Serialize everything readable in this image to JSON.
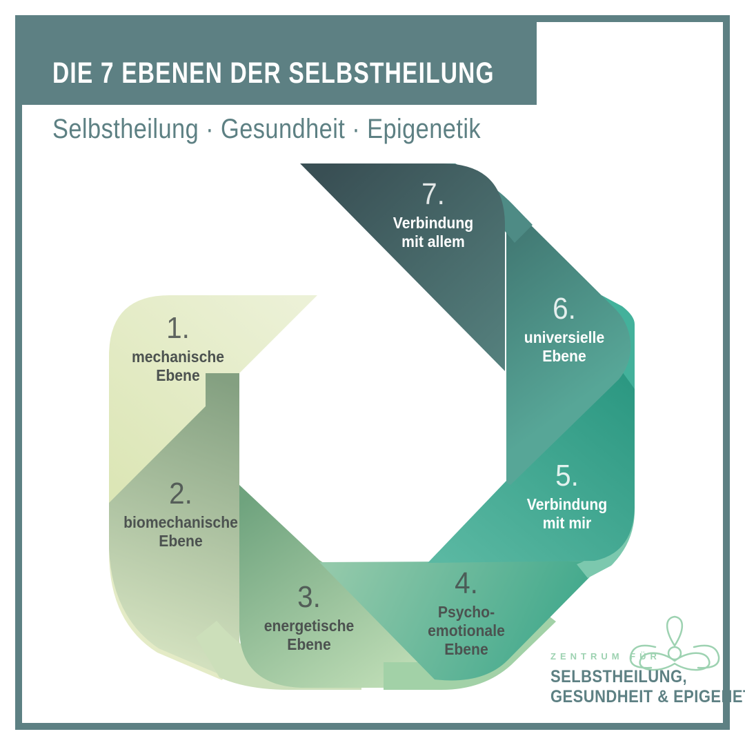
{
  "frame": {
    "border_color": "#5d8083"
  },
  "header": {
    "bar_color": "#5d8083",
    "title": "DIE 7 EBENEN DER SELBSTHEILUNG",
    "title_color": "#ffffff",
    "subtitle": "Selbstheilung · Gesundheit · Epigenetik",
    "subtitle_color": "#5d8083"
  },
  "diagram": {
    "title": "Die 7 Ebenen der Selbstheilung",
    "type": "folded-ribbon-ring",
    "segments": [
      {
        "number": "1.",
        "label_lines": [
          "mechanische",
          "Ebene"
        ],
        "text_theme": "dark",
        "gradient": [
          "#ecf1d7",
          "#dce6b6"
        ],
        "band_color": "#e4ebc6"
      },
      {
        "number": "2.",
        "label_lines": [
          "biomechanische",
          "Ebene"
        ],
        "text_theme": "dark",
        "gradient": [
          "#84a081",
          "#d3e1bf"
        ],
        "band_color": "#ccdfba"
      },
      {
        "number": "3.",
        "label_lines": [
          "energetische",
          "Ebene"
        ],
        "text_theme": "dark",
        "gradient": [
          "#6fa37e",
          "#bcdbb4"
        ],
        "band_color": "#a2d1a7"
      },
      {
        "number": "4.",
        "label_lines": [
          "Psycho-",
          "emotionale",
          "Ebene"
        ],
        "text_theme": "dark",
        "gradient": [
          "#93c9aa",
          "#3ea78b"
        ],
        "band_color": "#7cc8ae"
      },
      {
        "number": "5.",
        "label_lines": [
          "Verbindung",
          "mit mir"
        ],
        "text_theme": "light",
        "gradient": [
          "#28957f",
          "#5ab8a2"
        ],
        "band_color": "#43b19b"
      },
      {
        "number": "6.",
        "label_lines": [
          "universielle",
          "Ebene"
        ],
        "text_theme": "light",
        "gradient": [
          "#3f736f",
          "#57a697"
        ],
        "band_color": "#4e8b85"
      },
      {
        "number": "7.",
        "label_lines": [
          "Verbindung",
          "mit allem"
        ],
        "text_theme": "light",
        "gradient": [
          "#394f54",
          "#55817e"
        ],
        "band_color": null
      }
    ]
  },
  "logo": {
    "eyebrow": "ZENTRUM FÜR",
    "line1": "SELBSTHEILUNG,",
    "line2": "GESUNDHEIT & EPIGENETIK",
    "text_color": "#5d8083",
    "accent_color": "#9dd2b1"
  }
}
